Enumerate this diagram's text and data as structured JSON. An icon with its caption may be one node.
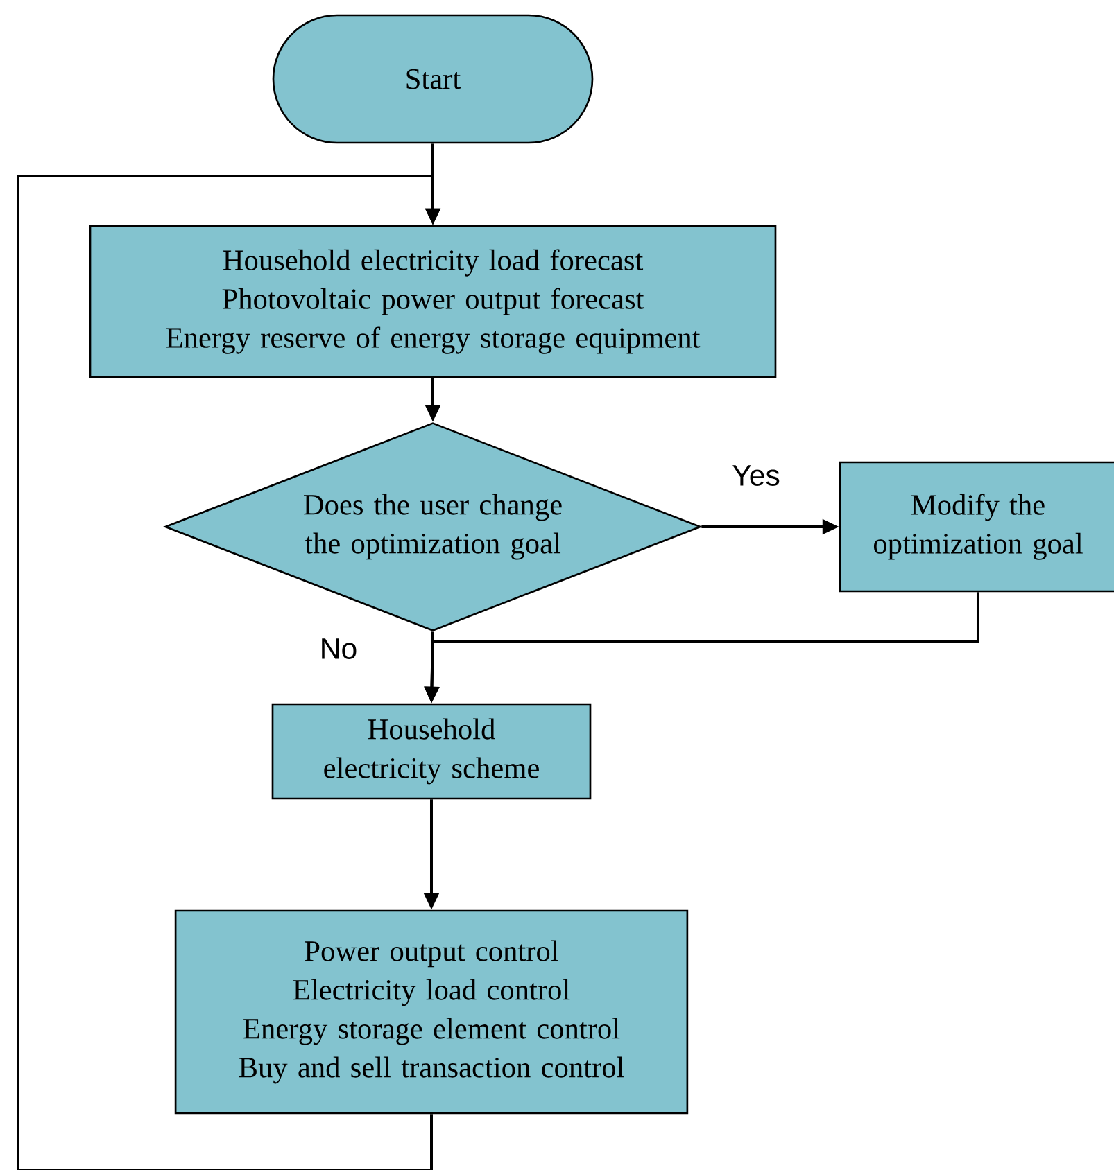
{
  "diagram": {
    "nodes": [
      {
        "text": [
          "Start"
        ]
      },
      {
        "text": [
          "Household electricity load forecast",
          "Photovoltaic power output forecast",
          "Energy reserve of energy storage equipment"
        ]
      },
      {
        "text": [
          "Does the user change the optimization goal"
        ]
      },
      {
        "text": [
          "Modify the optimization goal"
        ]
      },
      {
        "text": [
          "Household electricity scheme"
        ]
      },
      {
        "text": [
          "Power output control",
          "Electricity load control",
          "Energy storage element control",
          "Buy and sell transaction control"
        ]
      }
    ],
    "edges": [
      {
        "from": 0,
        "to": 1,
        "arrow": "to"
      },
      {
        "from": 1,
        "to": 2,
        "arrow": "to"
      },
      {
        "from": 2,
        "to": 3,
        "arrow": "to",
        "label": "Yes"
      },
      {
        "from": 2,
        "to": 4,
        "arrow": "to",
        "label": "No"
      },
      {
        "from": 3,
        "to": 4,
        "arrow": "to"
      },
      {
        "from": 4,
        "to": 5,
        "arrow": "to"
      },
      {
        "from": 5,
        "to": 1,
        "arrow": "to"
      }
    ]
  }
}
